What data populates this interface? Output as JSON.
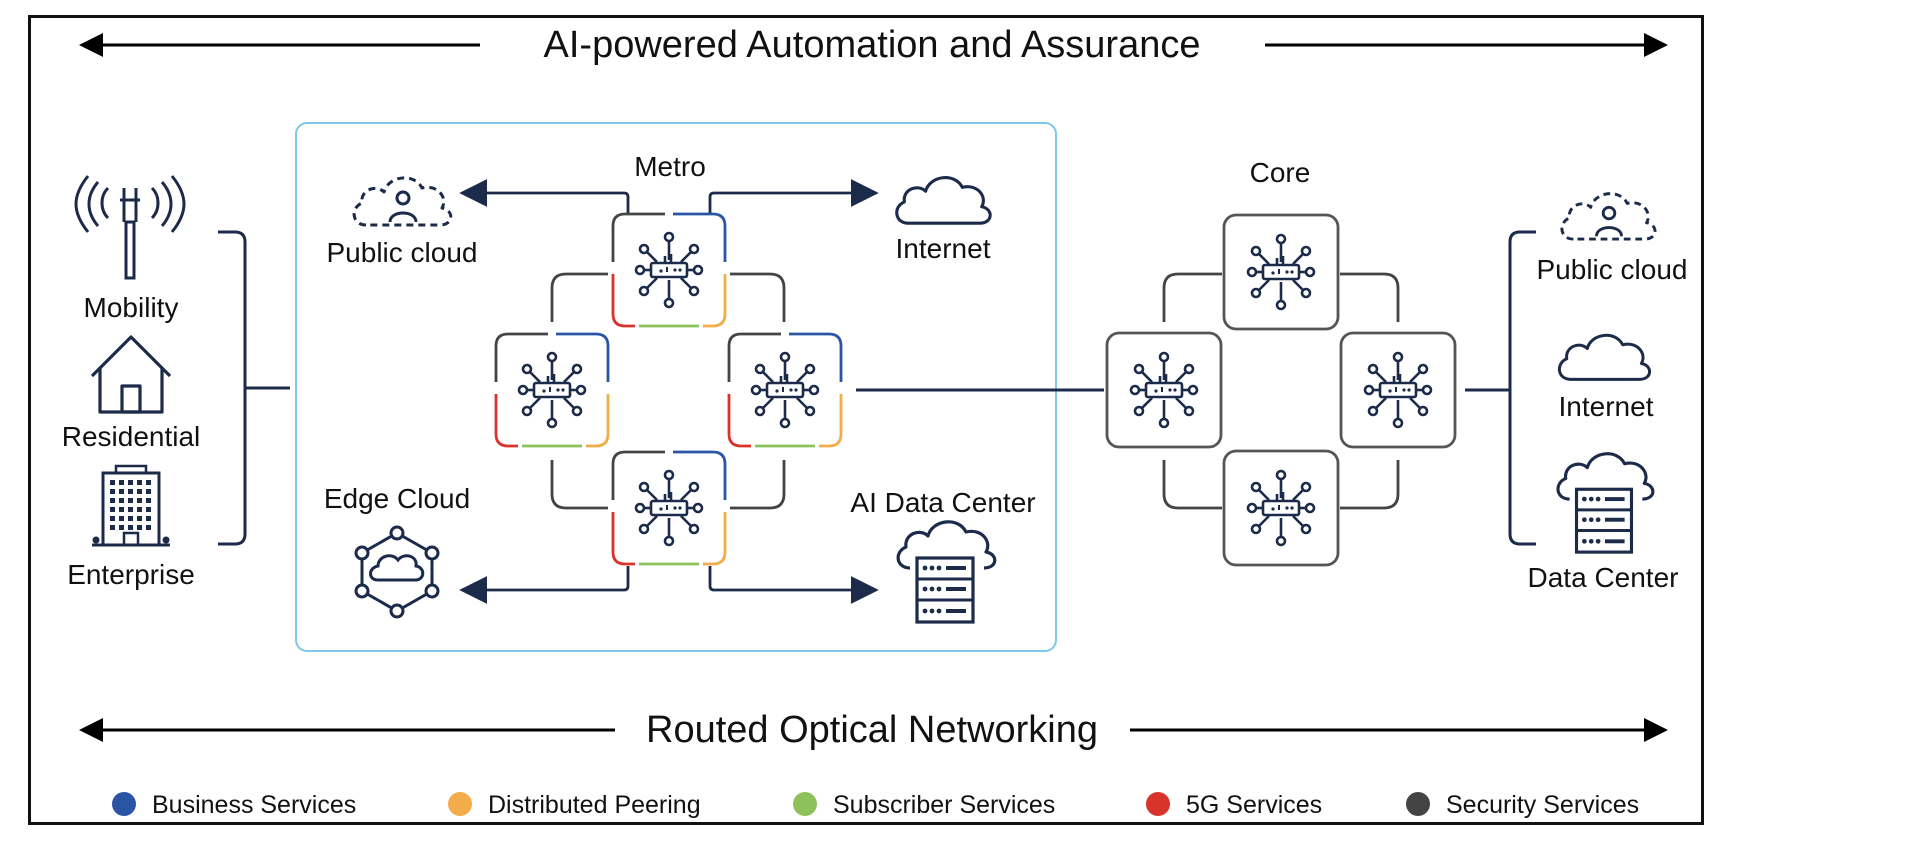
{
  "top_banner": {
    "label": "AI-powered Automation and Assurance"
  },
  "bottom_banner": {
    "label": "Routed Optical Networking"
  },
  "access": {
    "mobility": "Mobility",
    "residential": "Residential",
    "enterprise": "Enterprise"
  },
  "metro": {
    "title": "Metro",
    "public_cloud": "Public cloud",
    "internet": "Internet",
    "edge_cloud": "Edge Cloud",
    "ai_data_center": "AI Data Center"
  },
  "core": {
    "title": "Core",
    "public_cloud": "Public cloud",
    "internet": "Internet",
    "data_center": "Data Center"
  },
  "legend": [
    {
      "label": "Business Services",
      "color": "#2a55a5"
    },
    {
      "label": "Distributed Peering",
      "color": "#f2ad4a"
    },
    {
      "label": "Subscriber Services",
      "color": "#8cc15b"
    },
    {
      "label": "5G Services",
      "color": "#d9342b"
    },
    {
      "label": "Security Services",
      "color": "#444444"
    }
  ],
  "colors": {
    "line": "#1c2b4a",
    "node_border": "#555555",
    "metro_border": "#7ec8e8"
  }
}
